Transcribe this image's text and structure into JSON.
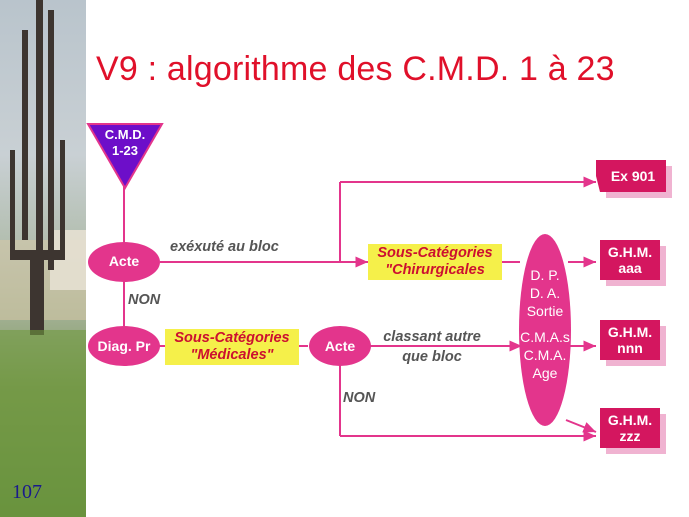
{
  "slide": {
    "title": "V9  : algorithme des C.M.D. 1 à 23",
    "number": "107"
  },
  "diagram": {
    "cmd_node": {
      "line1": "C.M.D.",
      "line2": "1-23"
    },
    "acte_top": "Acte",
    "diag_pr": "Diag. Pr",
    "acte_mid": "Acte",
    "edge_bloc": "exéxuté au bloc",
    "edge_non_left": "NON",
    "edge_classant": {
      "line1": "classant autre",
      "line2": "que bloc"
    },
    "edge_non_bottom": "NON",
    "sous_cat_chir": {
      "line1": "Sous-Catégories",
      "line2": "\"Chirurgicales"
    },
    "sous_cat_med": {
      "line1": "Sous-Catégories",
      "line2": "\"Médicales\""
    },
    "tall_node": {
      "items": [
        "D. P.",
        "D. A.",
        "Sortie",
        "C.M.A.s",
        "C.M.A.",
        "Age"
      ]
    },
    "output_boxes": [
      {
        "line1": "Ex 901",
        "line2": ""
      },
      {
        "line1": "G.H.M.",
        "line2": "aaa"
      },
      {
        "line1": "G.H.M.",
        "line2": "nnn"
      },
      {
        "line1": "G.H.M.",
        "line2": "zzz"
      }
    ],
    "colors": {
      "accent": "#e3358c",
      "triangle": "#6d0ec9",
      "title": "#e0102a",
      "highlight": "#f5f04a"
    }
  }
}
